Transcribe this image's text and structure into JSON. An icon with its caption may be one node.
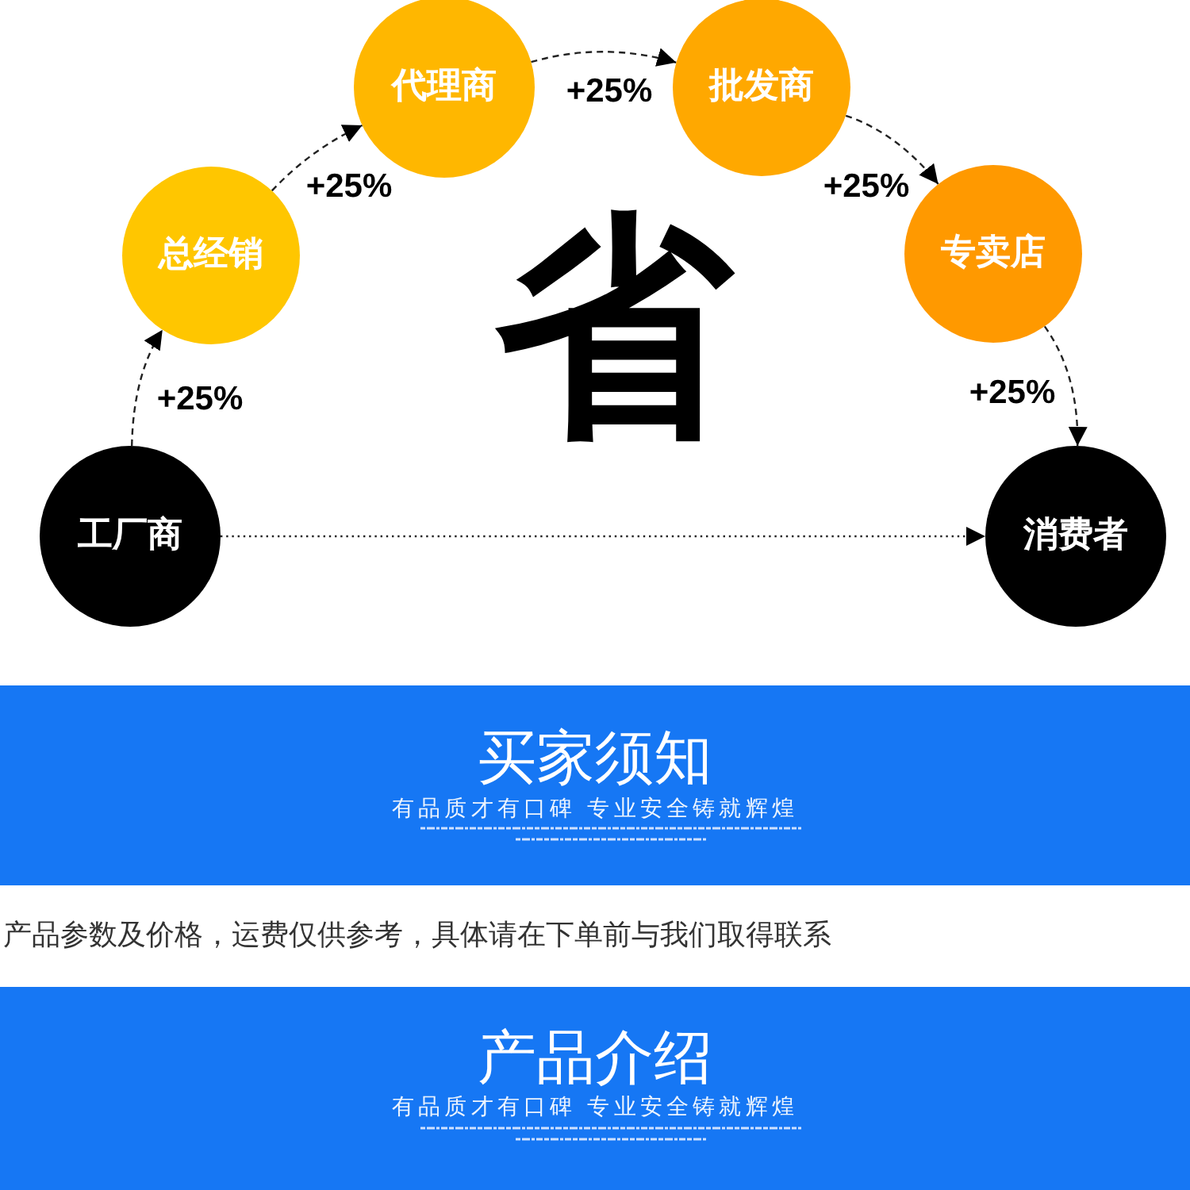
{
  "diagram": {
    "nodes": [
      {
        "text": [
          "工厂商"
        ]
      },
      {
        "text": [
          "总经销"
        ]
      },
      {
        "text": [
          "代理商"
        ]
      },
      {
        "text": [
          "批发商"
        ]
      },
      {
        "text": [
          "专卖店"
        ]
      },
      {
        "text": [
          "消费者"
        ]
      },
      {
        "text": [
          "买家须知",
          "有品质才有口碑 专业安全铸就辉煌"
        ]
      },
      {
        "text": [
          "产品介绍",
          "有品质才有口碑 专业安全铸就辉煌"
        ]
      }
    ],
    "edges": [
      {
        "from": 0,
        "to": 1,
        "arrow": "to",
        "label": "+25%",
        "style": "dashed"
      },
      {
        "from": 1,
        "to": 2,
        "arrow": "to",
        "label": "+25%",
        "style": "dashed"
      },
      {
        "from": 2,
        "to": 3,
        "arrow": "to",
        "label": "+25%",
        "style": "dashed"
      },
      {
        "from": 3,
        "to": 4,
        "arrow": "to",
        "label": "+25%",
        "style": "dashed"
      },
      {
        "from": 4,
        "to": 5,
        "arrow": "to",
        "label": "+25%",
        "style": "dashed"
      },
      {
        "from": 0,
        "to": 5,
        "arrow": "to"
      }
    ],
    "labels": [
      "省",
      "产品参数及价格，运费仅供参考，具体请在下单前与我们取得联系"
    ]
  }
}
